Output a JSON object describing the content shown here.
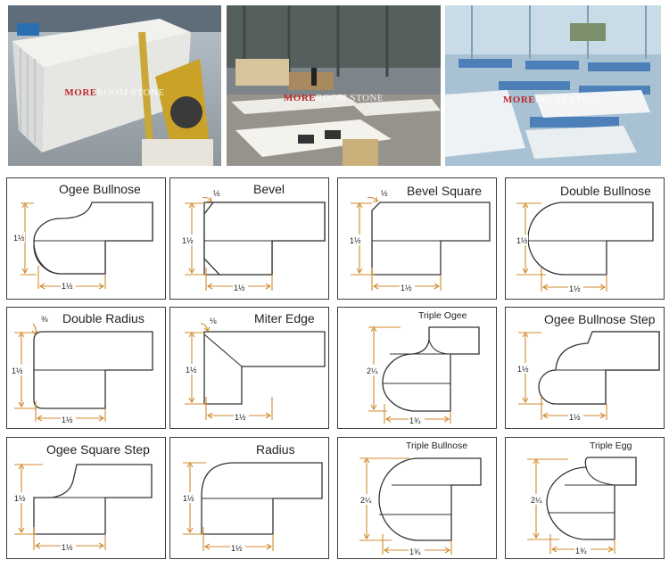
{
  "photos": [
    {
      "watermark_brand": "MORE",
      "watermark_rest": "ROOM STONE",
      "scene": "white-marble-slab-saw"
    },
    {
      "watermark_brand": "MORE",
      "watermark_rest": "ROOM STONE",
      "scene": "workshop-countertops"
    },
    {
      "watermark_brand": "MORE",
      "watermark_rest": "ROOM STONE",
      "scene": "vanity-tops-in-racks"
    }
  ],
  "profiles": [
    {
      "name": "Ogee Bullnose",
      "height": "1½",
      "width": "1½",
      "note": ""
    },
    {
      "name": "Bevel",
      "height": "1½",
      "width": "1½",
      "note": "½"
    },
    {
      "name": "Bevel Square",
      "height": "1½",
      "width": "1½",
      "note": "½"
    },
    {
      "name": "Double Bullnose",
      "height": "1½",
      "width": "1½",
      "note": ""
    },
    {
      "name": "Double Radius",
      "height": "1½",
      "width": "1½",
      "note": "⅜"
    },
    {
      "name": "Miter Edge",
      "height": "1½",
      "width": "1½",
      "note": "⅛"
    },
    {
      "name": "Triple Ogee",
      "height": "2¼",
      "width": "1¾",
      "note": ""
    },
    {
      "name": "Ogee Bullnose Step",
      "height": "1½",
      "width": "1½",
      "note": ""
    },
    {
      "name": "Ogee Square Step",
      "height": "1½",
      "width": "1½",
      "note": ""
    },
    {
      "name": "Radius",
      "height": "1½",
      "width": "1½",
      "note": ""
    },
    {
      "name": "Triple Bullnose",
      "height": "2¼",
      "width": "1¾",
      "note": ""
    },
    {
      "name": "Triple Egg",
      "height": "2¼",
      "width": "1¾",
      "note": ""
    }
  ]
}
